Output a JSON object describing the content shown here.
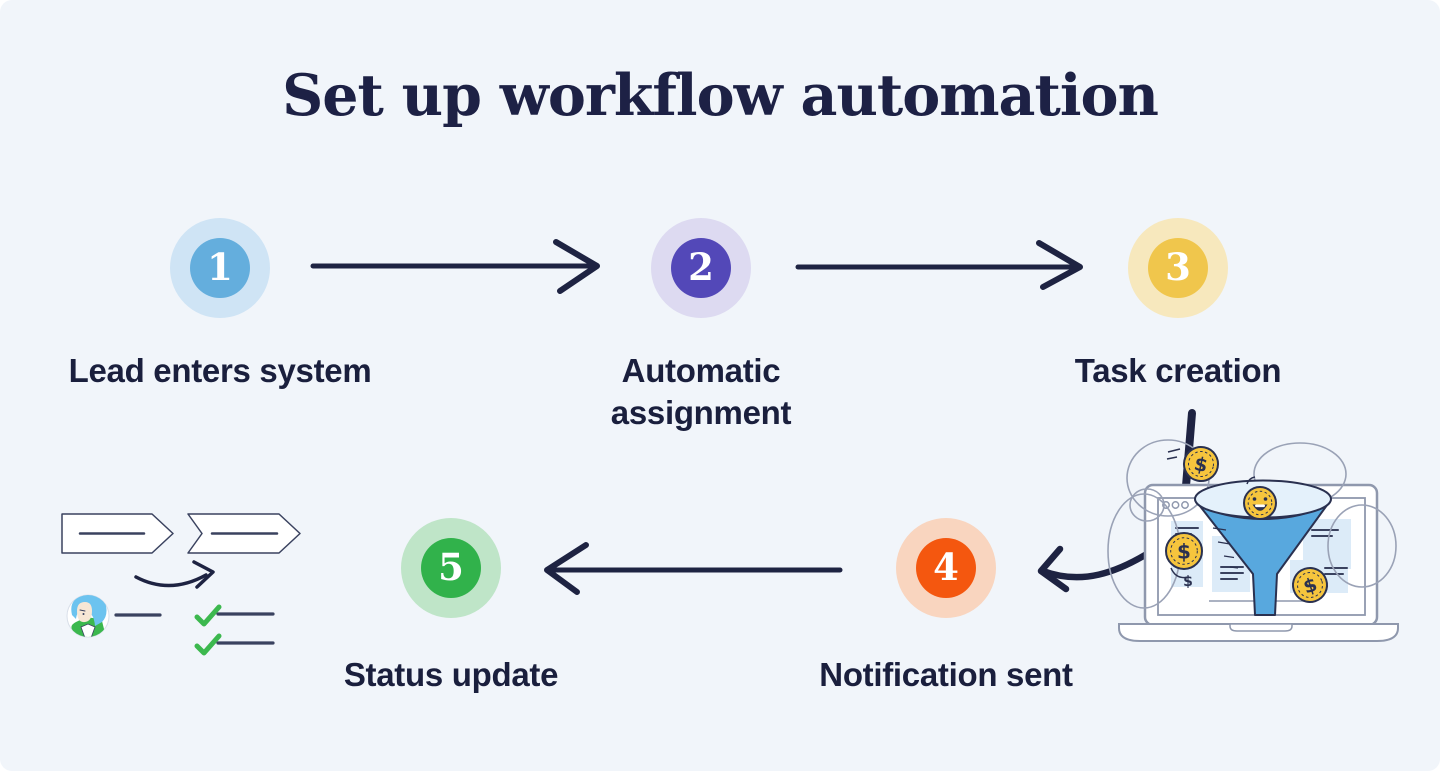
{
  "title": "Set up workflow automation",
  "background_color": "#f1f5fa",
  "title_color": "#1d2145",
  "label_color": "#1a1f3d",
  "arrow_color": "#1e2342",
  "steps": [
    {
      "number": "1",
      "label": "Lead enters system",
      "circle_color": "#64aedd",
      "ring_color": "#cfe4f5"
    },
    {
      "number": "2",
      "label": "Automatic assignment",
      "circle_color": "#5348b8",
      "ring_color": "#dddaf1"
    },
    {
      "number": "3",
      "label": "Task creation",
      "circle_color": "#f0c64c",
      "ring_color": "#f7e8bd"
    },
    {
      "number": "4",
      "label": "Notification sent",
      "circle_color": "#f4570f",
      "ring_color": "#f9d5bf"
    },
    {
      "number": "5",
      "label": "Status update",
      "circle_color": "#31b24b",
      "ring_color": "#bfe5c8"
    }
  ],
  "illustrations": {
    "right": {
      "name": "lead-funnel-laptop-illustration",
      "elements": [
        "laptop",
        "browser-window",
        "sales-funnel",
        "dollar-coin",
        "dollar-coin",
        "dollar-coin",
        "smiley-coin",
        "swirl-loops"
      ]
    },
    "left": {
      "name": "status-checklist-illustration",
      "elements": [
        "ribbon-arrow",
        "ribbon-arrow",
        "curved-arrow",
        "person-avatar",
        "checkmark-item",
        "checkmark-item"
      ]
    }
  }
}
